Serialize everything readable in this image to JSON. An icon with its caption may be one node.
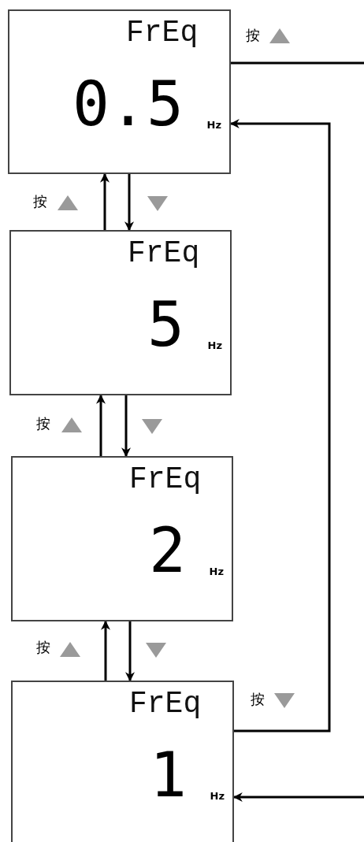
{
  "diagram": {
    "nodes": [
      {
        "text": [
          "FrEq",
          "0.5",
          "Hz"
        ]
      },
      {
        "text": [
          "FrEq",
          "5",
          "Hz"
        ]
      },
      {
        "text": [
          "FrEq",
          "2",
          "Hz"
        ]
      },
      {
        "text": [
          "FrEq",
          "1",
          "Hz"
        ]
      }
    ],
    "edges": [
      {
        "from": 1,
        "to": 0,
        "arrow": "to",
        "label": "按"
      },
      {
        "from": 0,
        "to": 1,
        "arrow": "to"
      },
      {
        "from": 2,
        "to": 1,
        "arrow": "to",
        "label": "按"
      },
      {
        "from": 1,
        "to": 2,
        "arrow": "to"
      },
      {
        "from": 3,
        "to": 2,
        "arrow": "to",
        "label": "按"
      },
      {
        "from": 2,
        "to": 3,
        "arrow": "to"
      },
      {
        "from": 0,
        "to": null,
        "arrow": "none",
        "label": "按"
      },
      {
        "from": 3,
        "to": 0,
        "arrow": "to",
        "label": "按"
      },
      {
        "from": null,
        "to": 3,
        "arrow": "to"
      }
    ]
  }
}
